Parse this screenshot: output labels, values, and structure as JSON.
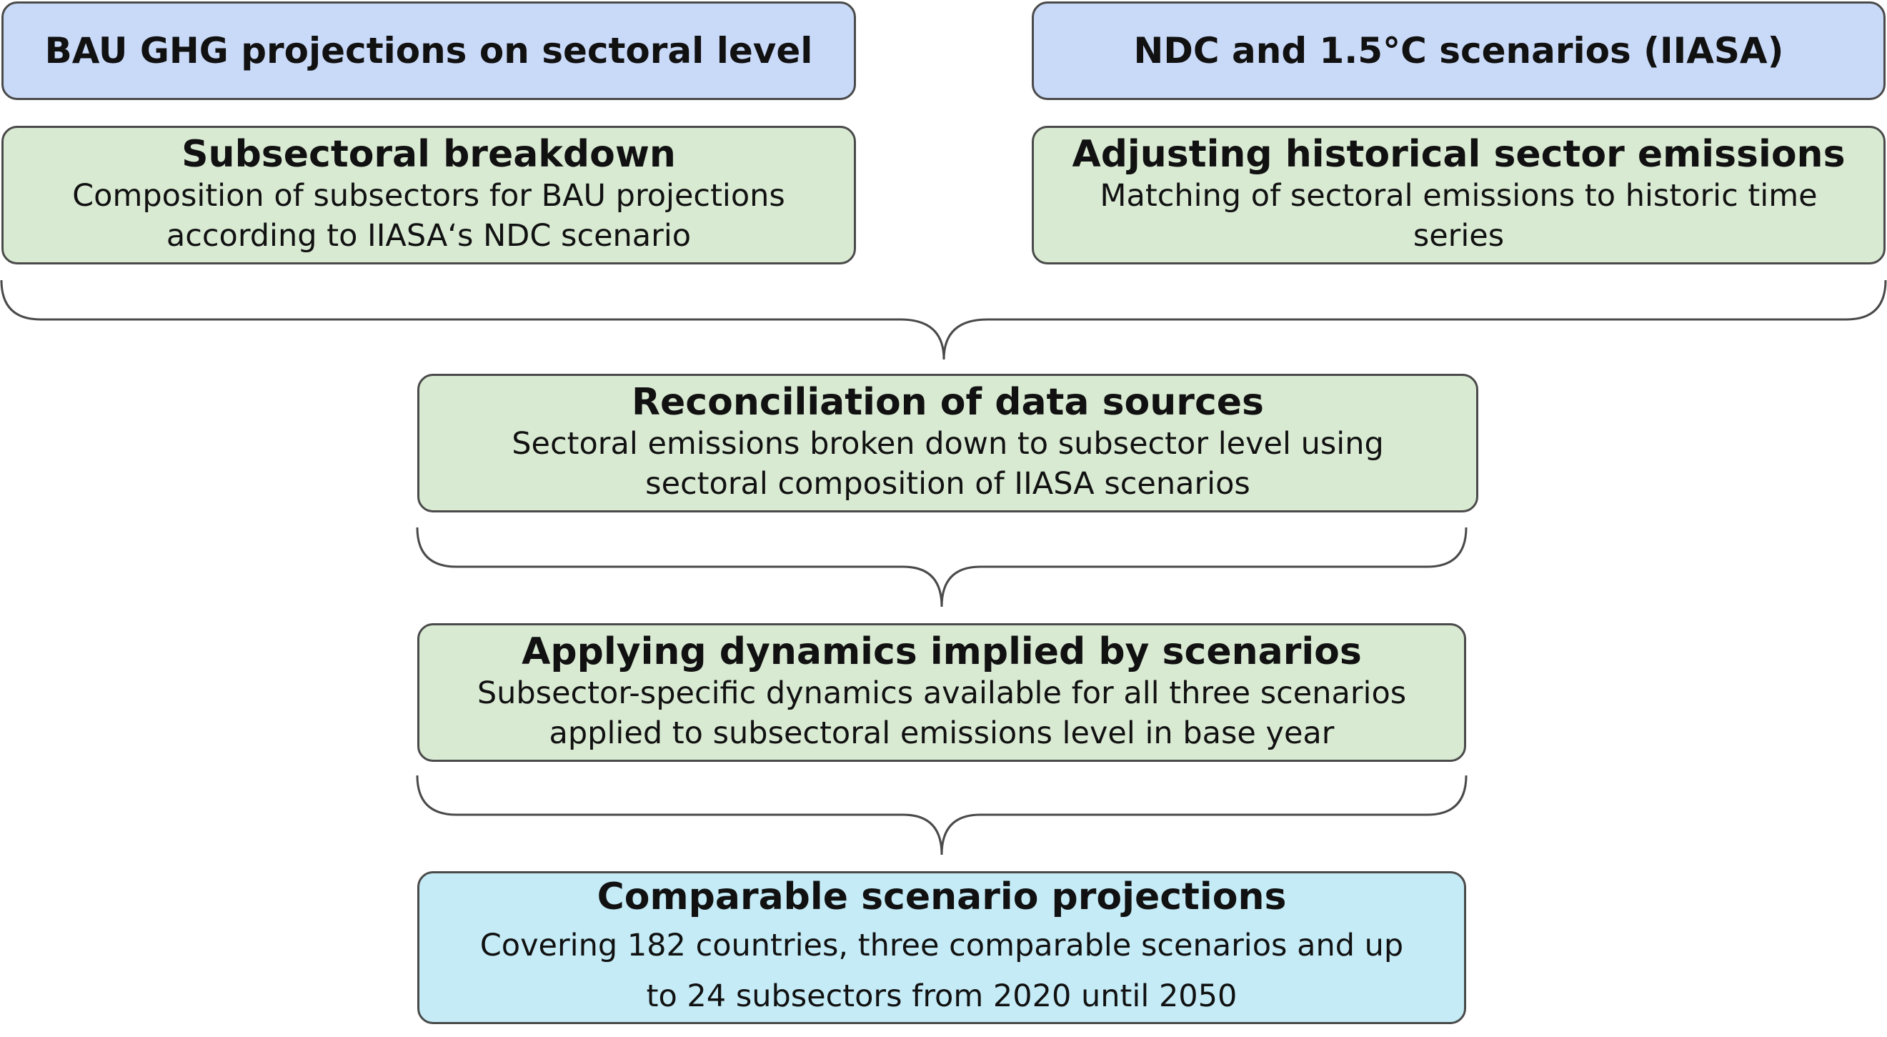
{
  "headers": {
    "left": "BAU GHG projections on sectoral level",
    "right": "NDC and 1.5°C scenarios (IIASA)"
  },
  "boxes": {
    "subsectoral": {
      "title": "Subsectoral breakdown",
      "desc_line1": "Composition of subsectors for BAU projections",
      "desc_line2": "according to IIASA‘s NDC scenario"
    },
    "adjusting": {
      "title": "Adjusting historical sector emissions",
      "desc_line1": "Matching of sectoral emissions to historic time",
      "desc_line2": "series"
    },
    "reconciliation": {
      "title": "Reconciliation of data sources",
      "desc_line1": "Sectoral emissions broken down to subsector level using",
      "desc_line2": "sectoral composition of IIASA scenarios"
    },
    "dynamics": {
      "title": "Applying dynamics implied by scenarios",
      "desc_line1": "Subsector-specific dynamics available for all three scenarios",
      "desc_line2": "applied to subsectoral emissions level in base year"
    },
    "comparable": {
      "title": "Comparable scenario projections",
      "desc_line1": "Covering 182 countries, three comparable scenarios and up",
      "desc_line2": "to 24 subsectors from 2020 until 2050"
    }
  },
  "colors": {
    "header_fill": "#c9d9f8",
    "step_fill": "#d9ead3",
    "result_fill": "#c4ebf6",
    "border": "#4a4a4a"
  }
}
